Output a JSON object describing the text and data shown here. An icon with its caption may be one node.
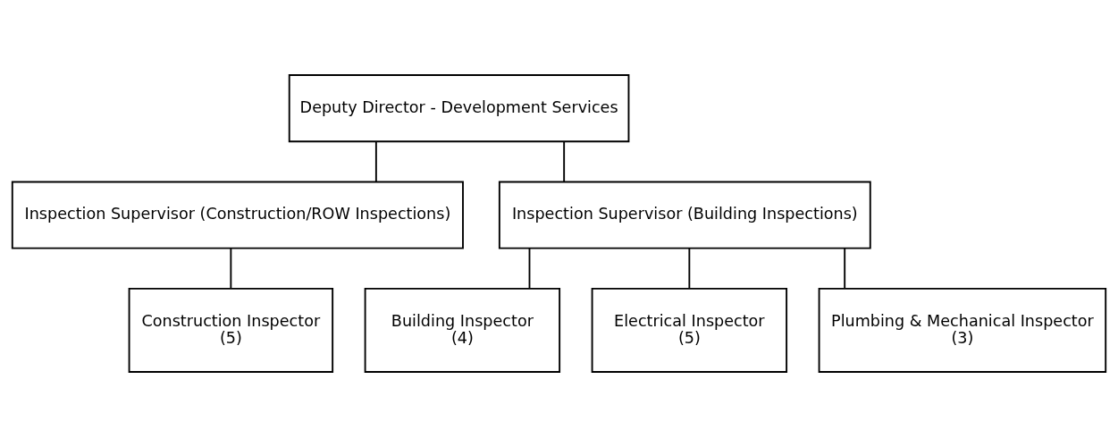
{
  "diagram": {
    "nodes": [
      {
        "text": [
          "Deputy Director - Development Services"
        ]
      },
      {
        "text": [
          "Inspection Supervisor (Construction/ROW Inspections)"
        ]
      },
      {
        "text": [
          "Inspection Supervisor (Building Inspections)"
        ]
      },
      {
        "text": [
          "Construction Inspector",
          "(5)"
        ]
      },
      {
        "text": [
          "Building Inspector",
          "(4)"
        ]
      },
      {
        "text": [
          "Electrical Inspector",
          "(5)"
        ]
      },
      {
        "text": [
          "Plumbing & Mechanical Inspector",
          "(3)"
        ]
      }
    ],
    "edges": [
      {
        "from": 0,
        "to": 1,
        "arrow": "none"
      },
      {
        "from": 0,
        "to": 2,
        "arrow": "none"
      },
      {
        "from": 1,
        "to": 3,
        "arrow": "none"
      },
      {
        "from": 2,
        "to": 4,
        "arrow": "none"
      },
      {
        "from": 2,
        "to": 5,
        "arrow": "none"
      },
      {
        "from": 2,
        "to": 6,
        "arrow": "none"
      }
    ]
  }
}
